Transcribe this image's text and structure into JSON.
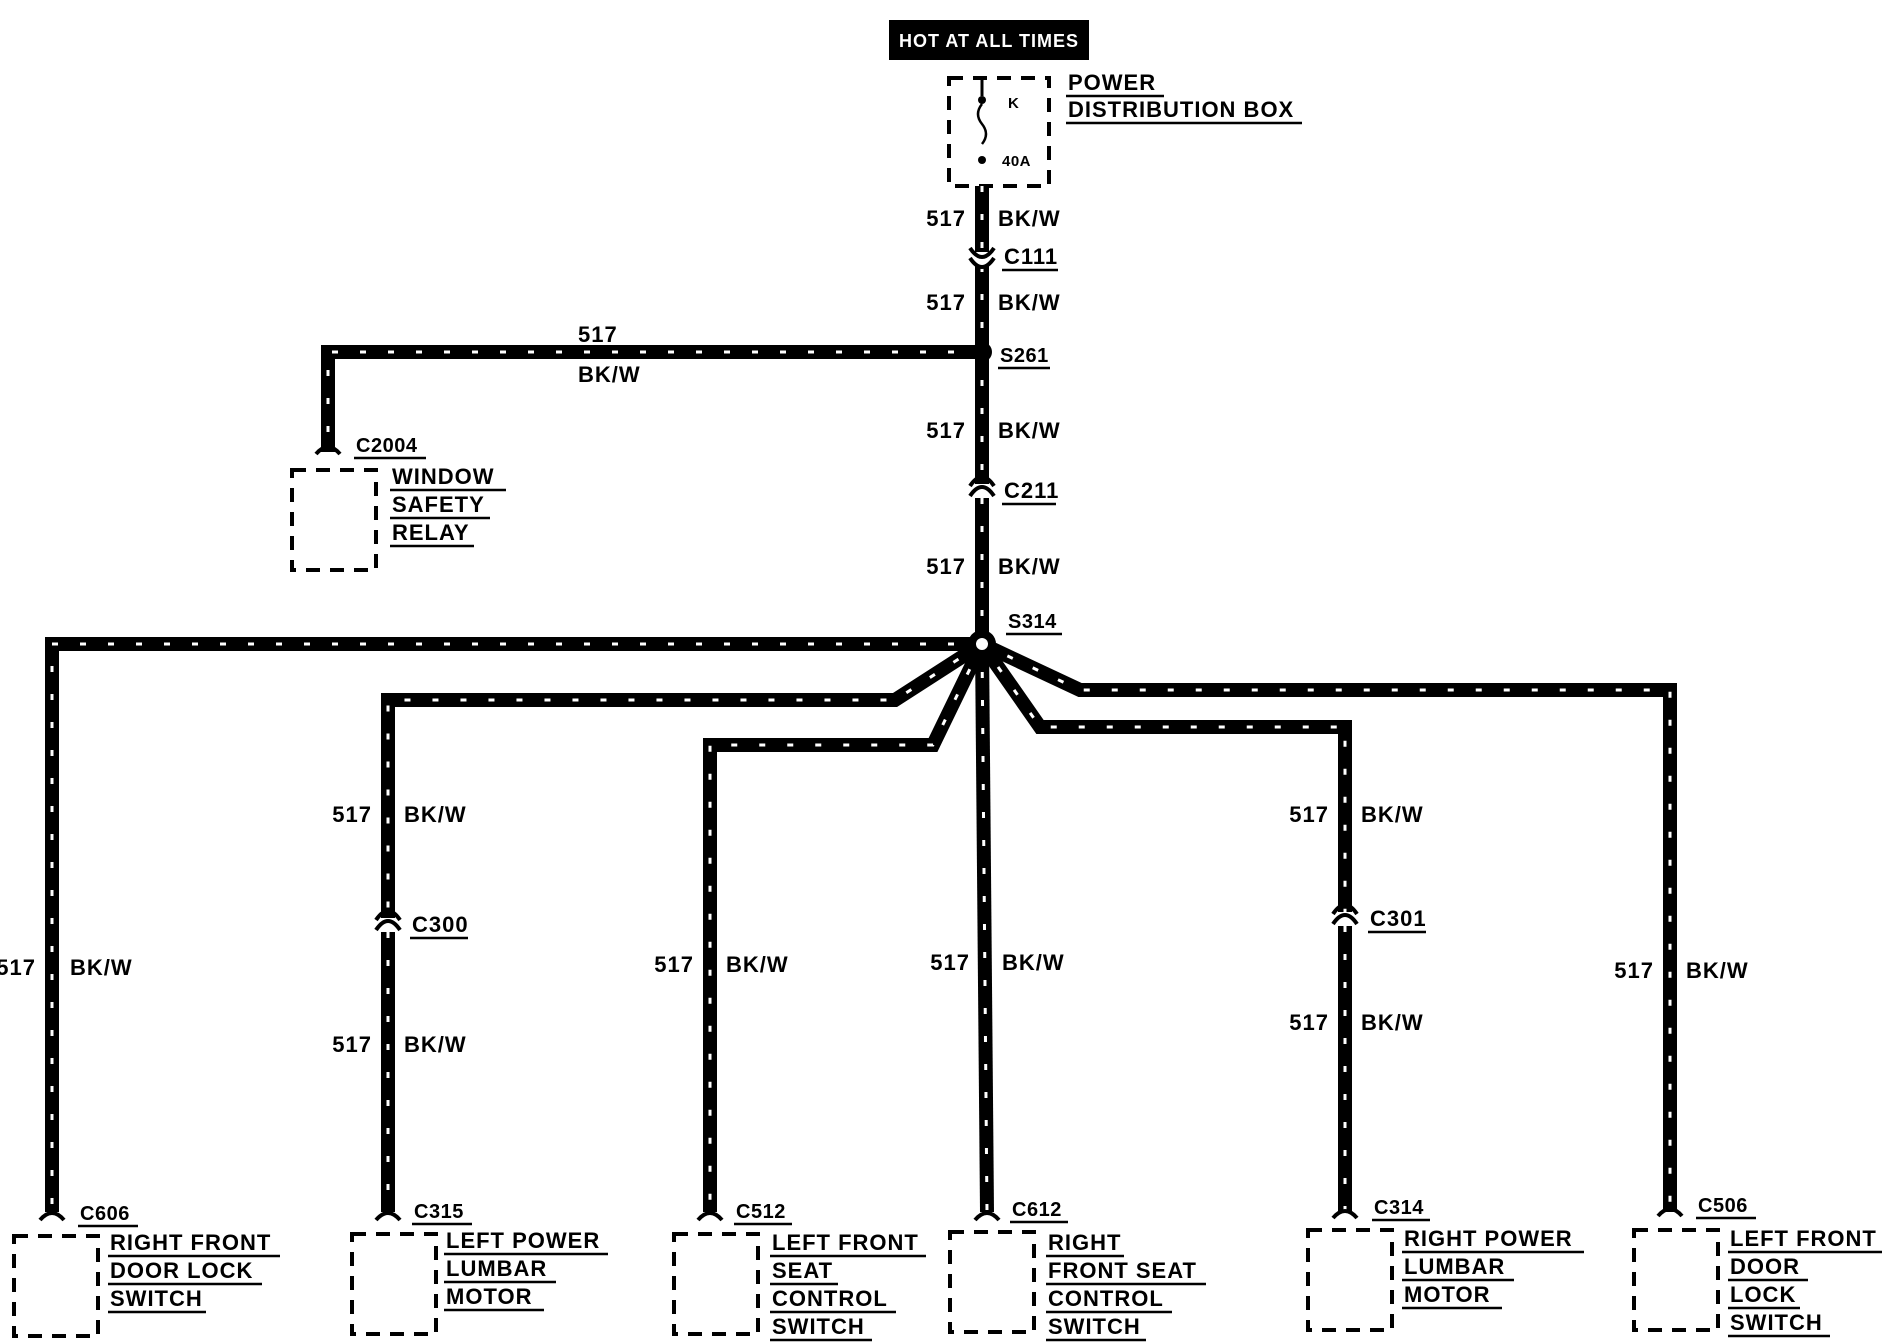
{
  "header": {
    "hot_label": "HOT AT ALL TIMES"
  },
  "power_box": {
    "line1": "POWER",
    "line2": "DISTRIBUTION BOX",
    "fuse_id": "K",
    "fuse_rating": "40A"
  },
  "wire": {
    "circuit": "517",
    "color": "BK/W"
  },
  "connectors": {
    "c111": "C111",
    "s261": "S261",
    "c2004": "C2004",
    "c211": "C211",
    "s314": "S314",
    "c300": "C300",
    "c301": "C301",
    "c606": "C606",
    "c315": "C315",
    "c512": "C512",
    "c612": "C612",
    "c314": "C314",
    "c506": "C506"
  },
  "components": {
    "window_safety_relay": [
      "WINDOW",
      "SAFETY",
      "RELAY"
    ],
    "right_front_door_lock_switch": [
      "RIGHT FRONT",
      "DOOR LOCK",
      "SWITCH"
    ],
    "left_power_lumbar_motor": [
      "LEFT POWER",
      "LUMBAR",
      "MOTOR"
    ],
    "left_front_seat_control_switch": [
      "LEFT FRONT",
      "SEAT",
      "CONTROL",
      "SWITCH"
    ],
    "right_front_seat_control_switch": [
      "RIGHT",
      "FRONT SEAT",
      "CONTROL",
      "SWITCH"
    ],
    "right_power_lumbar_motor": [
      "RIGHT POWER",
      "LUMBAR",
      "MOTOR"
    ],
    "left_front_door_lock_switch": [
      "LEFT FRONT",
      "DOOR",
      "LOCK",
      "SWITCH"
    ]
  }
}
